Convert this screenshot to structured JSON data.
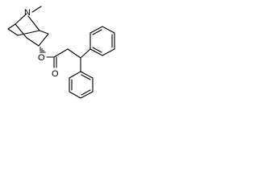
{
  "molecule": {
    "atoms": {
      "nitrogen": "N",
      "ester_oxygen": "O",
      "carbonyl_oxygen": "O"
    },
    "bond_color": "#000000",
    "background_color": "#ffffff"
  }
}
